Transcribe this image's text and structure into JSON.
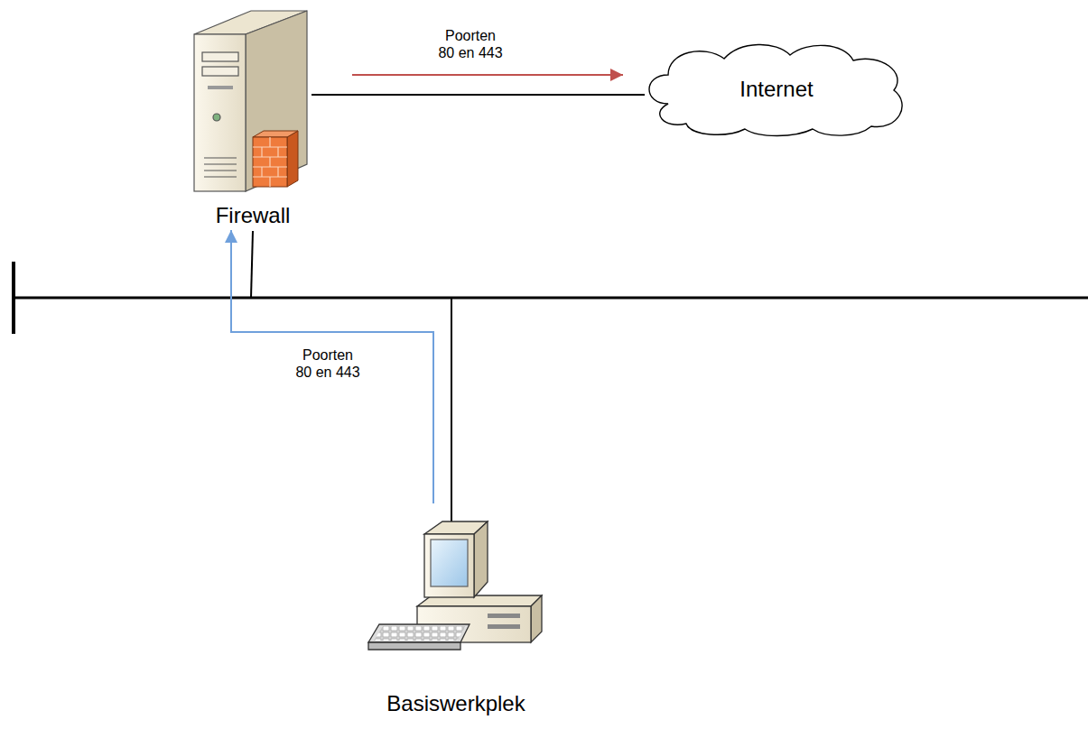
{
  "diagram": {
    "nodes": [
      {
        "text": [
          "Firewall"
        ]
      },
      {
        "text": [
          "Internet"
        ]
      },
      {
        "text": [
          "Basiswerkplek"
        ]
      }
    ],
    "edges": [
      {
        "from": 0,
        "to": 1,
        "arrow": "none"
      },
      {
        "from": 0,
        "to": 1,
        "arrow": "to",
        "label": "Poorten 80 en 443"
      },
      {
        "from": 2,
        "to": 0,
        "arrow": "to",
        "label": "Poorten 80 en 443"
      }
    ]
  }
}
